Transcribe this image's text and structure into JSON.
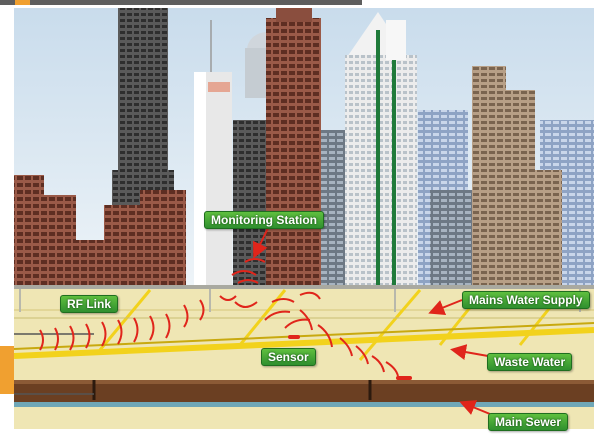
{
  "labels": {
    "monitoring_station": "Monitoring Station",
    "rf_link": "RF Link",
    "mains_water_supply": "Mains Water Supply",
    "sensor": "Sensor",
    "waste_water": "Waste Water",
    "main_sewer": "Main Sewer"
  },
  "colors": {
    "sky": "#d6e6f2",
    "ground": "#efe6b4",
    "pipe_yellow": "#f2d21c",
    "signal_red": "#e0251b",
    "soil_brown": "#6b3f22",
    "sewer_water": "#6fa7b7",
    "label_green": "#3ea33a",
    "accent_orange": "#f0a030"
  },
  "icons": [
    "radio-wave-icon",
    "pointer-arrow-icon"
  ]
}
